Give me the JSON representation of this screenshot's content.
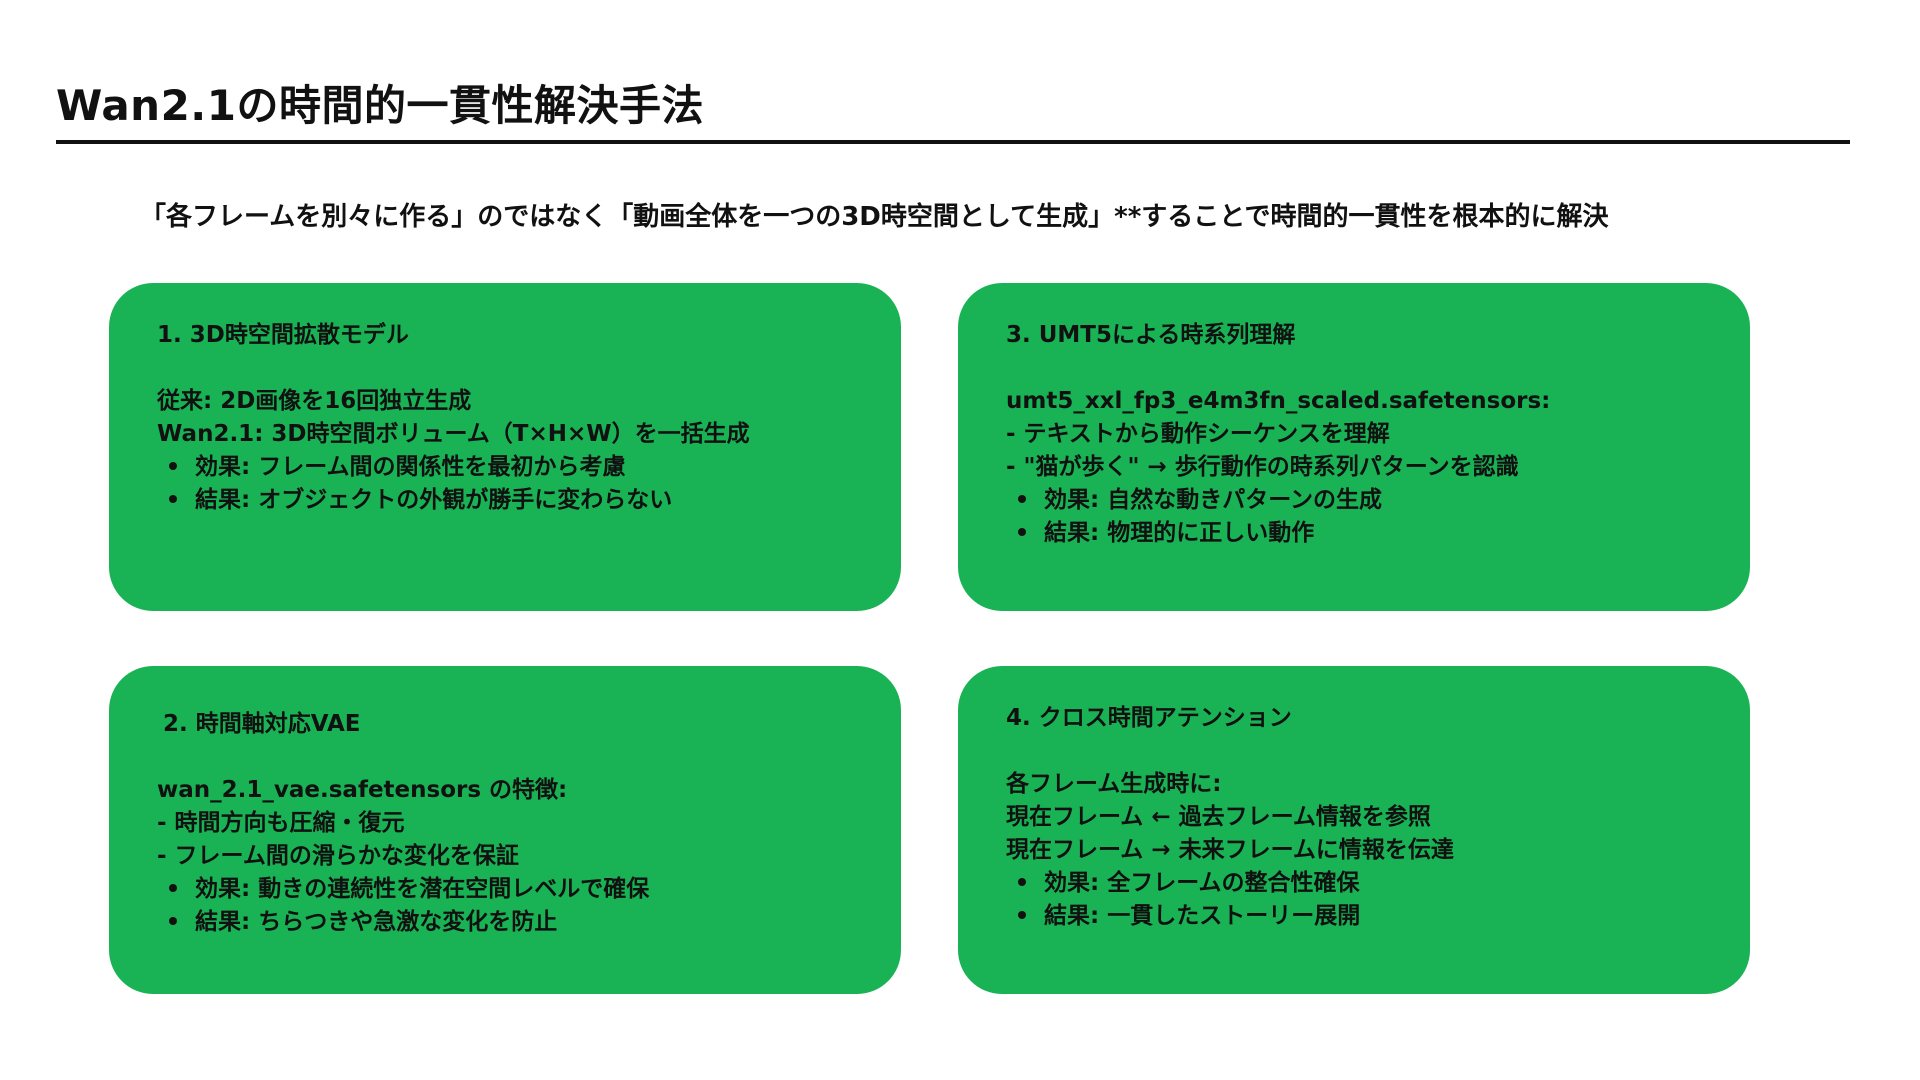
{
  "title": "Wan2.1の時間的一貫性解決手法",
  "subtitle": "「各フレームを別々に作る」のではなく「動画全体を一つの3D時空間として生成」**することで時間的一貫性を根本的に解決",
  "colors": {
    "card_background": "#19b355",
    "text": "#111111",
    "rule": "#111111"
  },
  "cards": [
    {
      "title": "1. 3D時空間拡散モデル",
      "lines": [
        "従来: 2D画像を16回独立生成",
        "Wan2.1: 3D時空間ボリューム（T×H×W）を一括生成"
      ],
      "bullets": [
        "効果: フレーム間の関係性を最初から考慮",
        "結果: オブジェクトの外観が勝手に変わらない"
      ]
    },
    {
      "title": "2. 時間軸対応VAE",
      "lines": [
        "wan_2.1_vae.safetensors の特徴:",
        "- 時間方向も圧縮・復元",
        "- フレーム間の滑らかな変化を保証"
      ],
      "bullets": [
        "効果: 動きの連続性を潜在空間レベルで確保",
        "結果: ちらつきや急激な変化を防止"
      ]
    },
    {
      "title": "3. UMT5による時系列理解",
      "lines": [
        "umt5_xxl_fp3_e4m3fn_scaled.safetensors:",
        "- テキストから動作シーケンスを理解",
        "- \"猫が歩く\" → 歩行動作の時系列パターンを認識"
      ],
      "bullets": [
        "効果: 自然な動きパターンの生成",
        "結果: 物理的に正しい動作"
      ]
    },
    {
      "title": "4. クロス時間アテンション",
      "lines": [
        "各フレーム生成時に:",
        "現在フレーム ← 過去フレーム情報を参照",
        "現在フレーム → 未来フレームに情報を伝達"
      ],
      "bullets": [
        "効果: 全フレームの整合性確保",
        "結果: 一貫したストーリー展開"
      ]
    }
  ]
}
